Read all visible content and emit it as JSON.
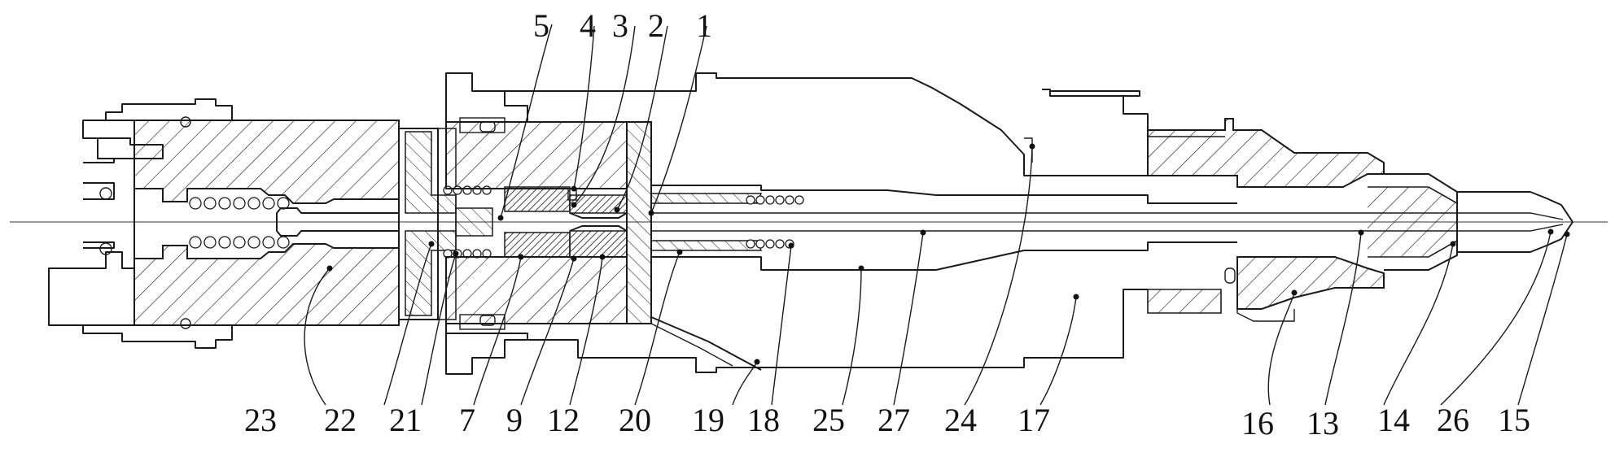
{
  "figure": {
    "reference_numerals": {
      "n1": "1",
      "n2": "2",
      "n3": "3",
      "n4": "4",
      "n5": "5",
      "n7": "7",
      "n9": "9",
      "n12": "12",
      "n13": "13",
      "n14": "14",
      "n15": "15",
      "n16": "16",
      "n17": "17",
      "n18": "18",
      "n19": "19",
      "n20": "20",
      "n21": "21",
      "n22": "22",
      "n23": "23",
      "n24": "24",
      "n25": "25",
      "n26": "26",
      "n27": "27"
    }
  }
}
